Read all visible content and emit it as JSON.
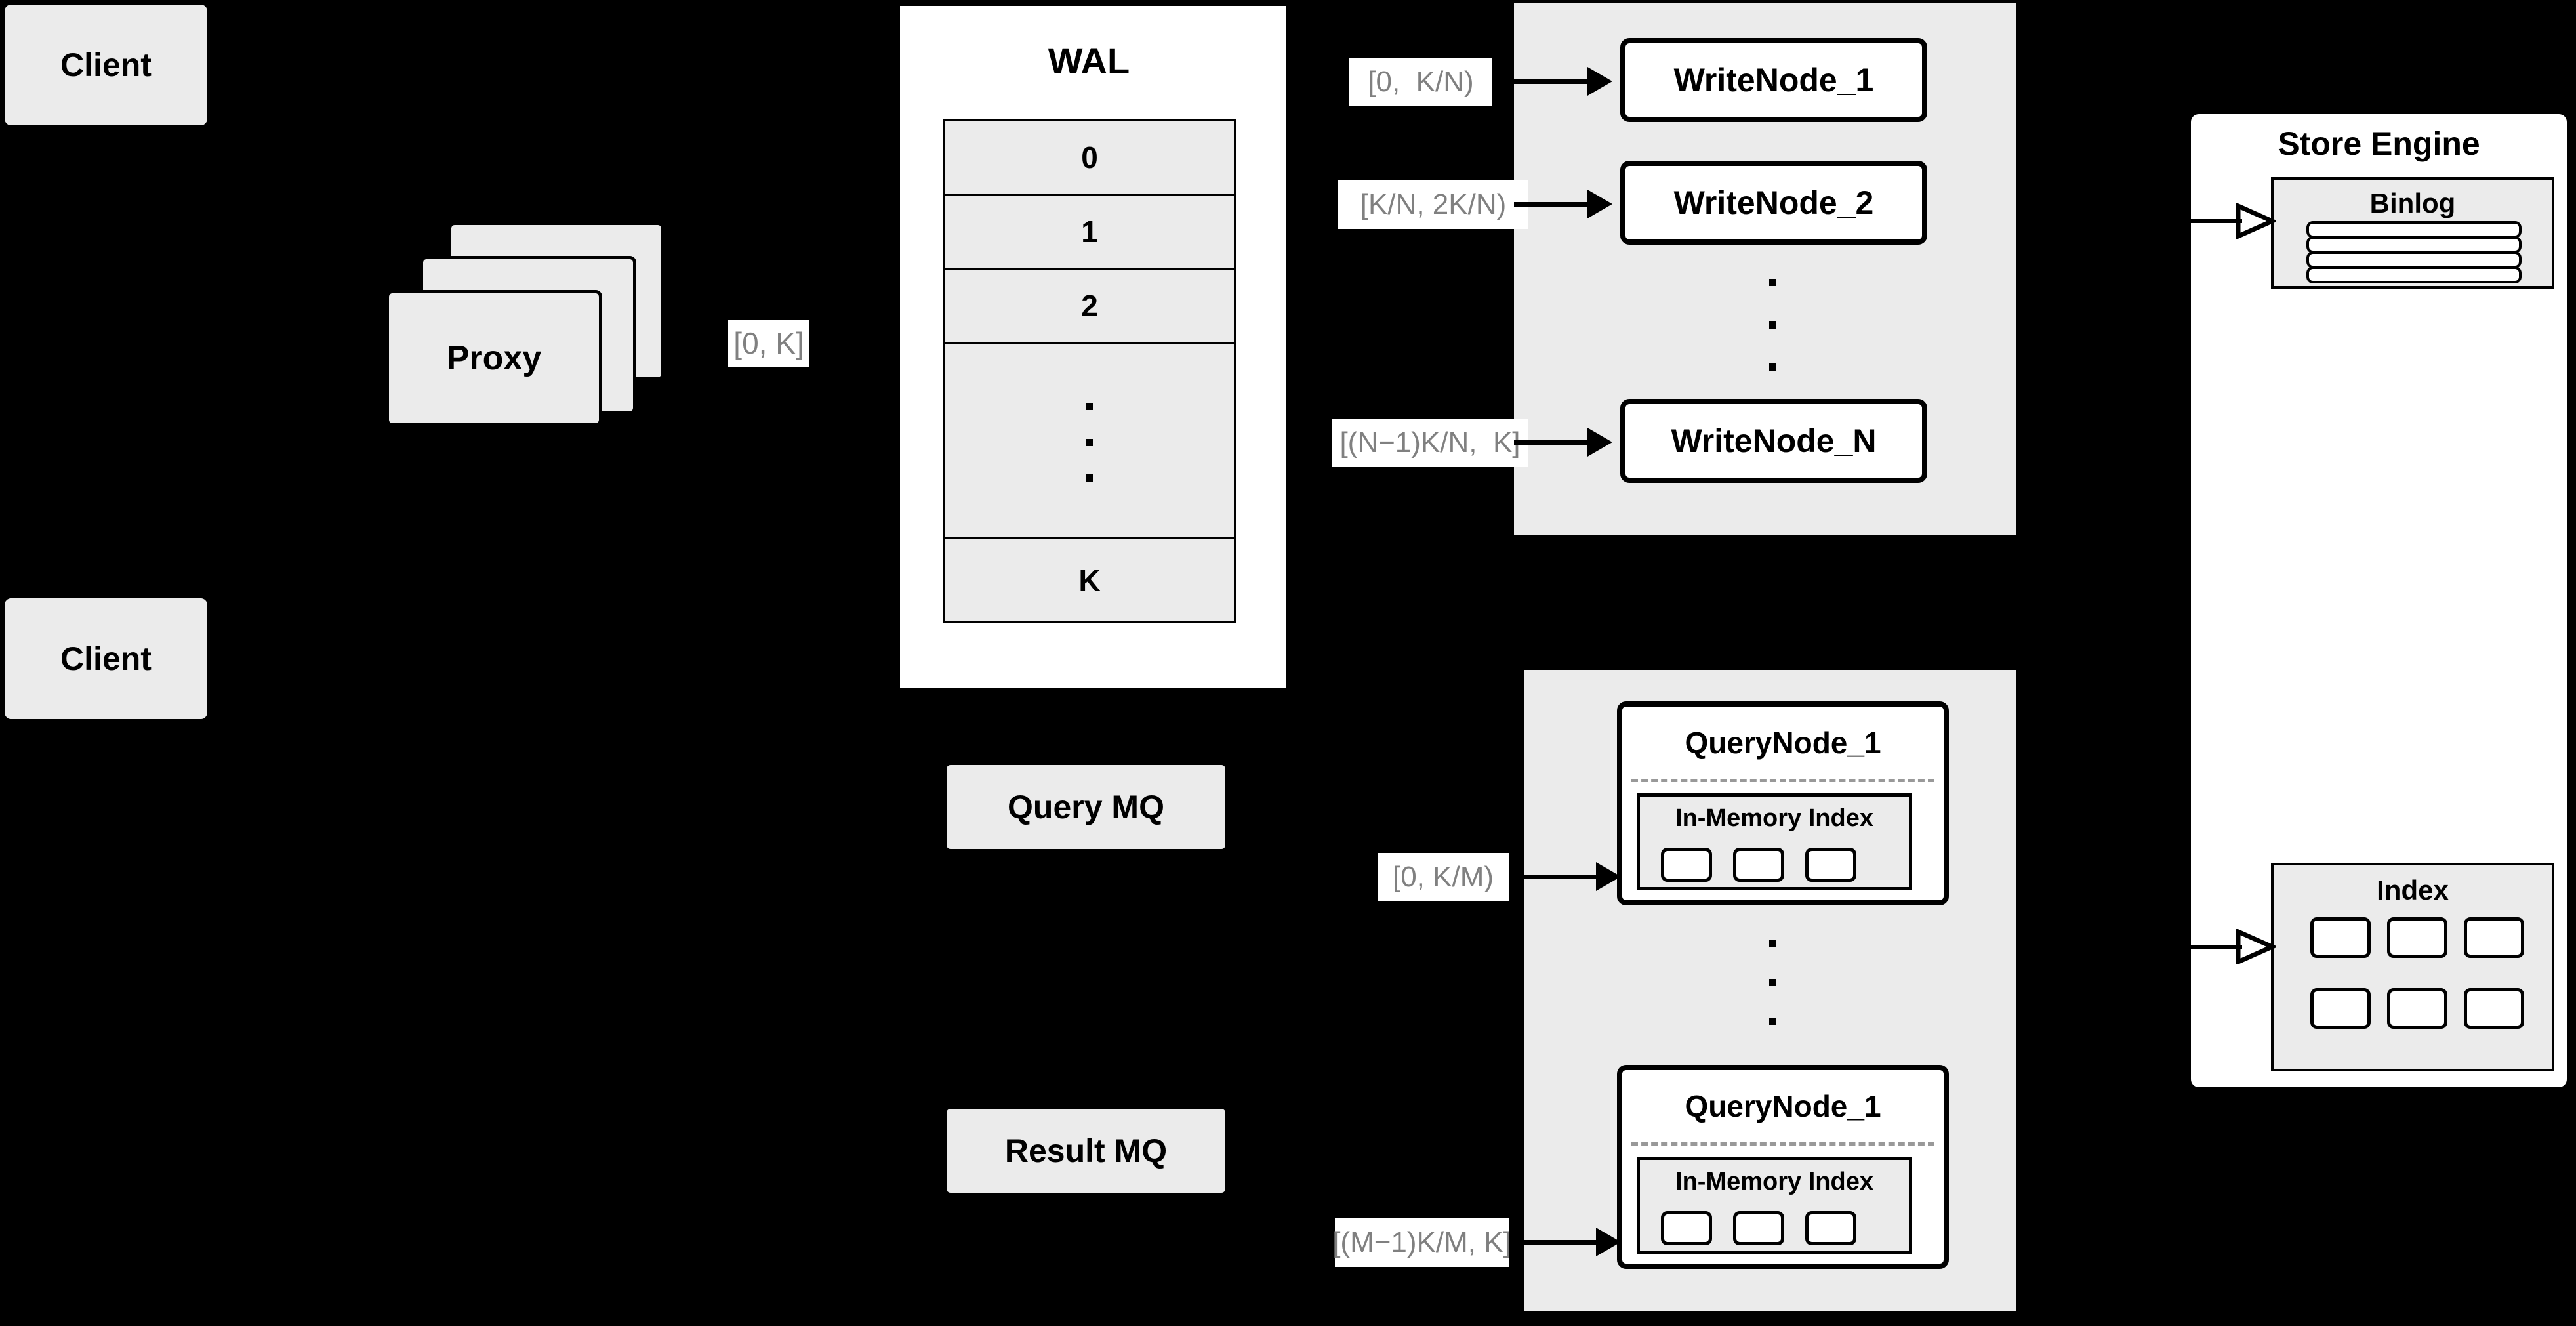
{
  "diagram": {
    "title": "Distributed write/query architecture",
    "colors": {
      "background": "#000000",
      "node_fill": "#ebebeb",
      "panel_fill": "#ffffff",
      "stroke": "#000000",
      "label_text": "#808080",
      "divider": "#999999"
    }
  },
  "clients": [
    {
      "label": "Client"
    },
    {
      "label": "Client"
    }
  ],
  "proxy": {
    "label": "Proxy",
    "stack_count": 3
  },
  "wal": {
    "title": "WAL",
    "rows": [
      "0",
      "1",
      "2",
      "⋮",
      "K"
    ],
    "ellipsis_row_index": 3
  },
  "edge_labels": {
    "proxy_to_wal": "[0, K]",
    "write_1": "[0,  K/N)",
    "write_2": "[K/N, 2K/N)",
    "write_n": "[(N−1)K/N,  K]",
    "query_1": "[0, K/M)",
    "query_m": "[(M−1)K/M, K]"
  },
  "write_cluster": {
    "nodes": [
      {
        "label": "WriteNode_1"
      },
      {
        "label": "WriteNode_2"
      },
      {
        "label": "WriteNode_N"
      }
    ],
    "ellipsis": "⋮"
  },
  "message_queues": [
    {
      "label": "Query MQ"
    },
    {
      "label": "Result MQ"
    }
  ],
  "query_cluster": {
    "nodes": [
      {
        "label": "QueryNode_1",
        "inner": {
          "title": "In-Memory Index",
          "cell_count": 3
        }
      },
      {
        "label": "QueryNode_1",
        "inner": {
          "title": "In-Memory Index",
          "cell_count": 3
        }
      }
    ],
    "ellipsis": "⋮"
  },
  "store_engine": {
    "title": "Store Engine",
    "binlog": {
      "title": "Binlog",
      "slot_count": 4
    },
    "index": {
      "title": "Index",
      "cell_count": 6,
      "rows": 2,
      "cols": 3
    }
  }
}
